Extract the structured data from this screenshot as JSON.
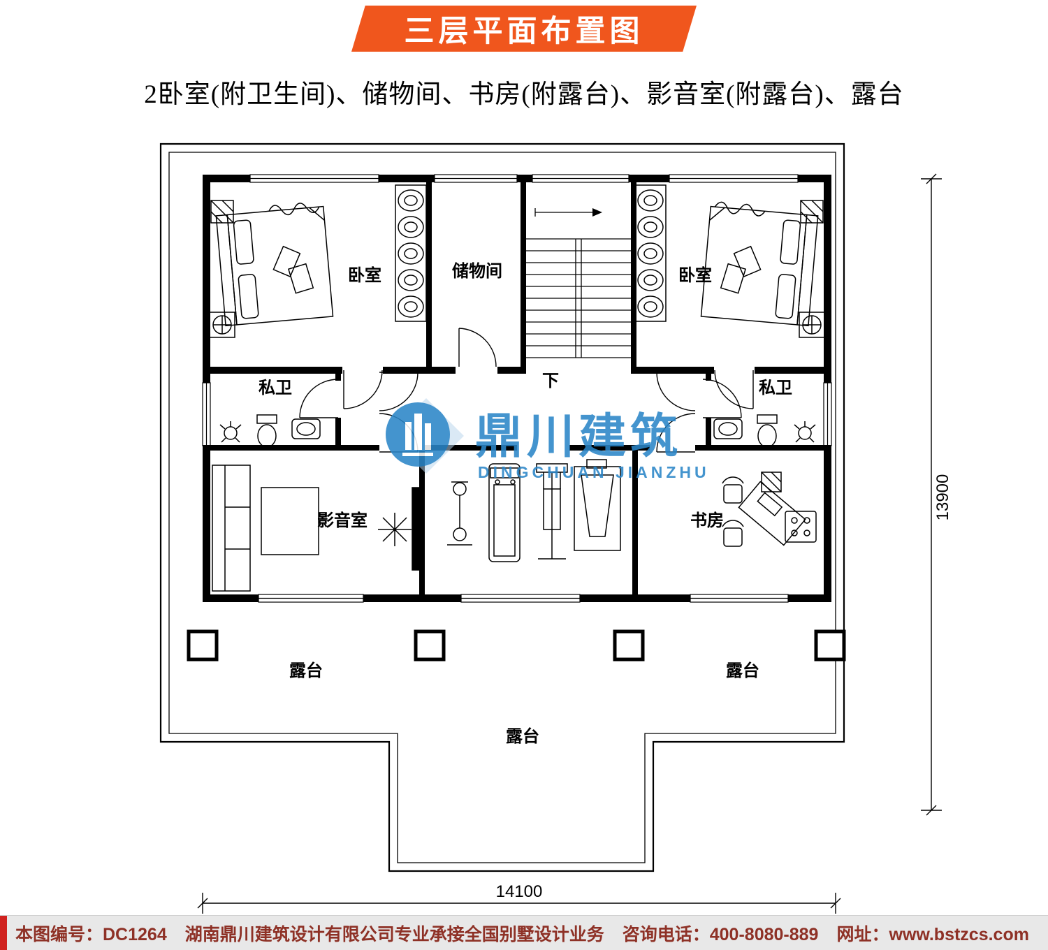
{
  "header": {
    "banner_title": "三层平面布置图",
    "subtitle": "2卧室(附卫生间)、储物间、书房(附露台)、影音室(附露台)、露台"
  },
  "colors": {
    "banner_orange": "#f0561d",
    "watermark_blue": "#2b86c8",
    "footer_text": "#8e3126",
    "footer_accent": "#d0221f"
  },
  "plan": {
    "rooms": [
      {
        "label": "卧室"
      },
      {
        "label": "储物间"
      },
      {
        "label": "卧室"
      },
      {
        "label": "私卫"
      },
      {
        "label": "私卫"
      },
      {
        "label": "影音室"
      },
      {
        "label": "书房"
      },
      {
        "label": "露台"
      },
      {
        "label": "露台"
      },
      {
        "label": "露台"
      }
    ],
    "stair_down_label": "下",
    "dim_width": "14100",
    "dim_height": "13900"
  },
  "watermark": {
    "name_cn": "鼎川建筑",
    "name_en": "DINGCHUAN JIANZHU"
  },
  "footer": {
    "plan_no": "本图编号：DC1264",
    "company": "湖南鼎川建筑设计有限公司专业承接全国别墅设计业务",
    "phone": "咨询电话：400-8080-889",
    "website": "网址：www.bstzcs.com"
  }
}
